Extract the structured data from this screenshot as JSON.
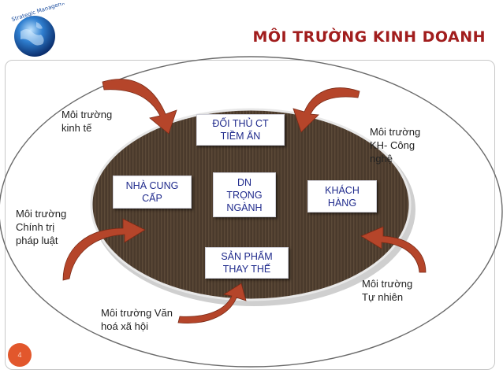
{
  "header": {
    "title": "MÔI TRƯỜNG KINH DOANH",
    "logo_text": "Strategic Management"
  },
  "core": {
    "center": "DN\nTRỌNG\nNGÀNH",
    "top": "ĐỐI THỦ CT\nTIỀM ẨN",
    "left": "NHÀ CUNG\nCẤP",
    "right": "KHÁCH\nHÀNG",
    "bottom": "SẢN PHẨM\nTHAY THẾ"
  },
  "environments": {
    "economic": "Môi trường\nkinh tế",
    "tech": "Môi trường\nKH- Công\nnghệ",
    "political": "Môi trường\nChính trị\npháp luật",
    "natural": "Môi trường\nTự nhiên",
    "cultural": "Môi trường Văn\nhoá xã hội"
  },
  "page_number": "4",
  "colors": {
    "title": "#a11d1d",
    "box_text": "#1f2a8c",
    "inner_ellipse": "#4a3a2c",
    "arrow": "#b5452a",
    "page_badge": "#e2572c"
  }
}
